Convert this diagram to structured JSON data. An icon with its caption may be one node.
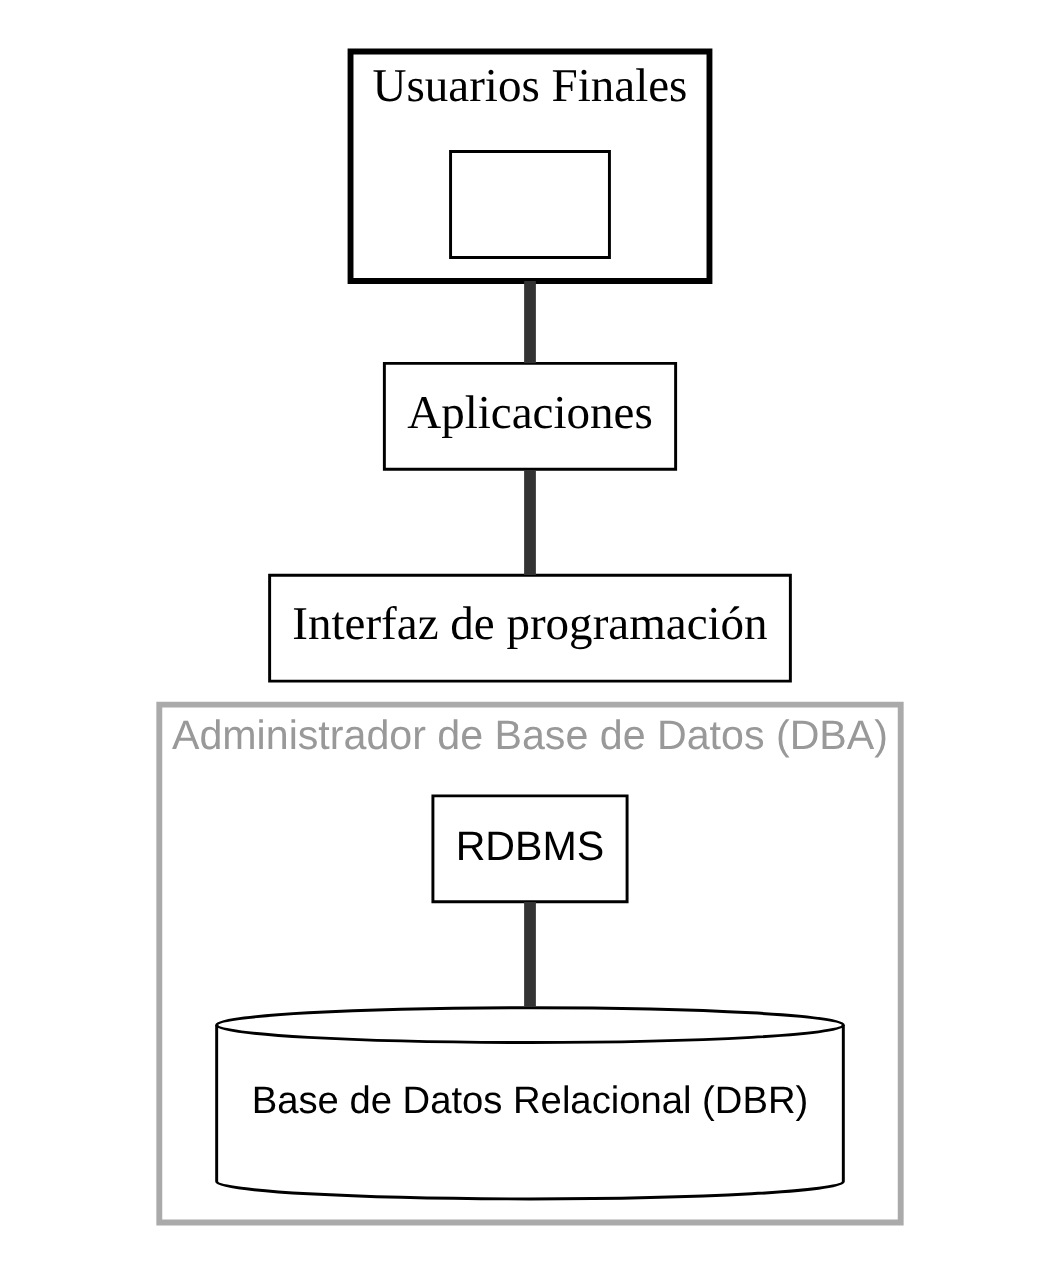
{
  "diagram": {
    "nodes": [
      {
        "text": [
          "Usuarios Finales"
        ]
      },
      {
        "text": [],
        "shape": "box",
        "in": 0
      },
      {
        "text": [
          "Aplicaciones"
        ]
      },
      {
        "text": [
          "Interfaz de programación"
        ]
      },
      {
        "text": [
          "Administrador de Base de Datos (DBA)"
        ]
      },
      {
        "text": [
          "RDBMS"
        ],
        "in": 4
      },
      {
        "text": [
          "Base de Datos Relacional (DBR)"
        ],
        "in": 4
      }
    ],
    "edges": [
      {
        "from": 0,
        "to": 2,
        "arrow": "none"
      },
      {
        "from": 2,
        "to": 3,
        "arrow": "none"
      },
      {
        "from": 5,
        "to": 6,
        "arrow": "none"
      }
    ]
  }
}
